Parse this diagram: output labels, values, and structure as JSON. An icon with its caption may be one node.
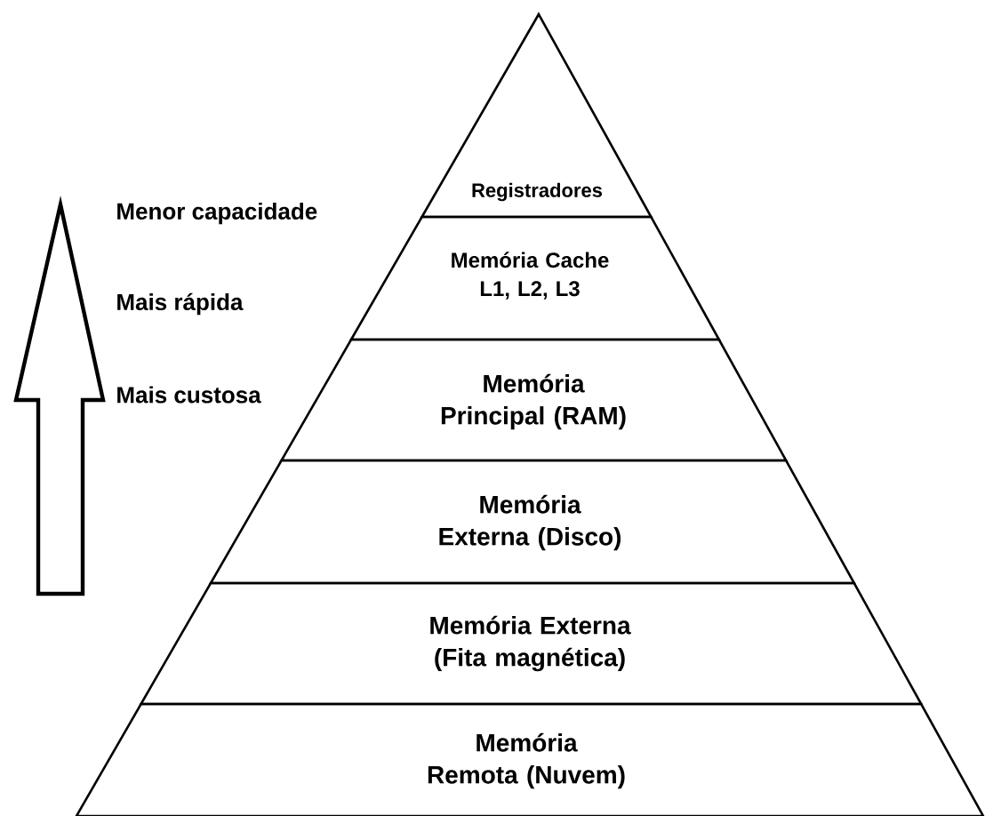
{
  "diagram": {
    "nodes": [
      {
        "text": [
          "Registradores"
        ]
      },
      {
        "text": [
          "Memória Cache L1, L2, L3"
        ]
      },
      {
        "text": [
          "Memória Principal (RAM)"
        ]
      },
      {
        "text": [
          "Memória Externa (Disco)"
        ]
      },
      {
        "text": [
          "Memória Externa (Fita magnética)"
        ]
      },
      {
        "text": [
          "Memória Remota (Nuvem)"
        ]
      }
    ],
    "labels": [
      "Menor capacidade",
      "Mais rápida",
      "Mais custosa"
    ]
  }
}
